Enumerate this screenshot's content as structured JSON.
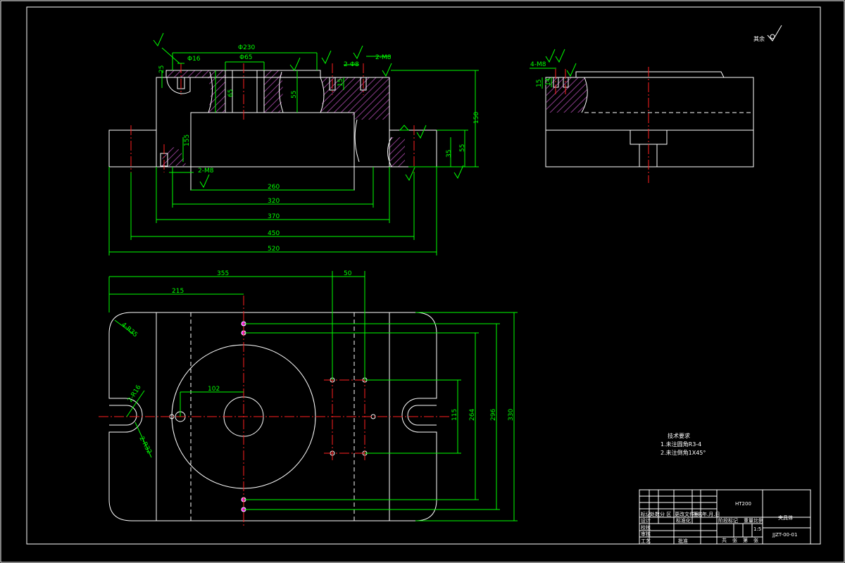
{
  "colors": {
    "background": "#000000",
    "outline": "#ffffff",
    "dimension": "#00ff00",
    "centerline": "#ff2020",
    "hatch": "#8c3c8c",
    "hole_marker": "#ff00ff"
  },
  "surface_finish": {
    "label": "其余"
  },
  "dims_front": {
    "d230": "Φ230",
    "d65": "Φ65",
    "d16": "Φ16",
    "two_m8_top": "2-M8",
    "two_d8": "2-Φ8",
    "two_m8_left": "2-M8",
    "h25": "25",
    "h65": "65",
    "h55": "55",
    "h15": "15",
    "h150": "150",
    "h35": "35",
    "h55b": "55",
    "h155": "155",
    "w260": "260",
    "w320": "320",
    "w370": "370",
    "w450": "450",
    "w520": "520"
  },
  "dims_side": {
    "four_m8": "4-M8",
    "h15": "15",
    "h14": "14"
  },
  "dims_plan": {
    "w355": "355",
    "w215": "215",
    "w50": "50",
    "w102": "102",
    "h115": "115",
    "h264": "264",
    "h296": "296",
    "h330": "330",
    "r_corner": "4-R35",
    "r_slot1": "2-R16",
    "r_slot2": "2-R32"
  },
  "tech_notes": {
    "title": "技术要求",
    "items": [
      "1.未注圆角R3-4",
      "2.未注倒角1X45°"
    ]
  },
  "title_block": {
    "material": "HT200",
    "part_name": "夹具体",
    "drawing_no": "JJZT-00-01",
    "row_labels": [
      "标记",
      "处数",
      "分 区",
      "更改文件号",
      "签名",
      "年.月.日"
    ],
    "left_labels": [
      "设计",
      "校核",
      "审核",
      "工艺"
    ],
    "standard_label": "标准化",
    "approve_label": "批准",
    "stage_label": "阶段标记",
    "weight_label": "重量",
    "scale_label": "比例",
    "scale_value": "1:5",
    "sheet_labels": [
      "共",
      "张",
      "第",
      "张"
    ]
  }
}
